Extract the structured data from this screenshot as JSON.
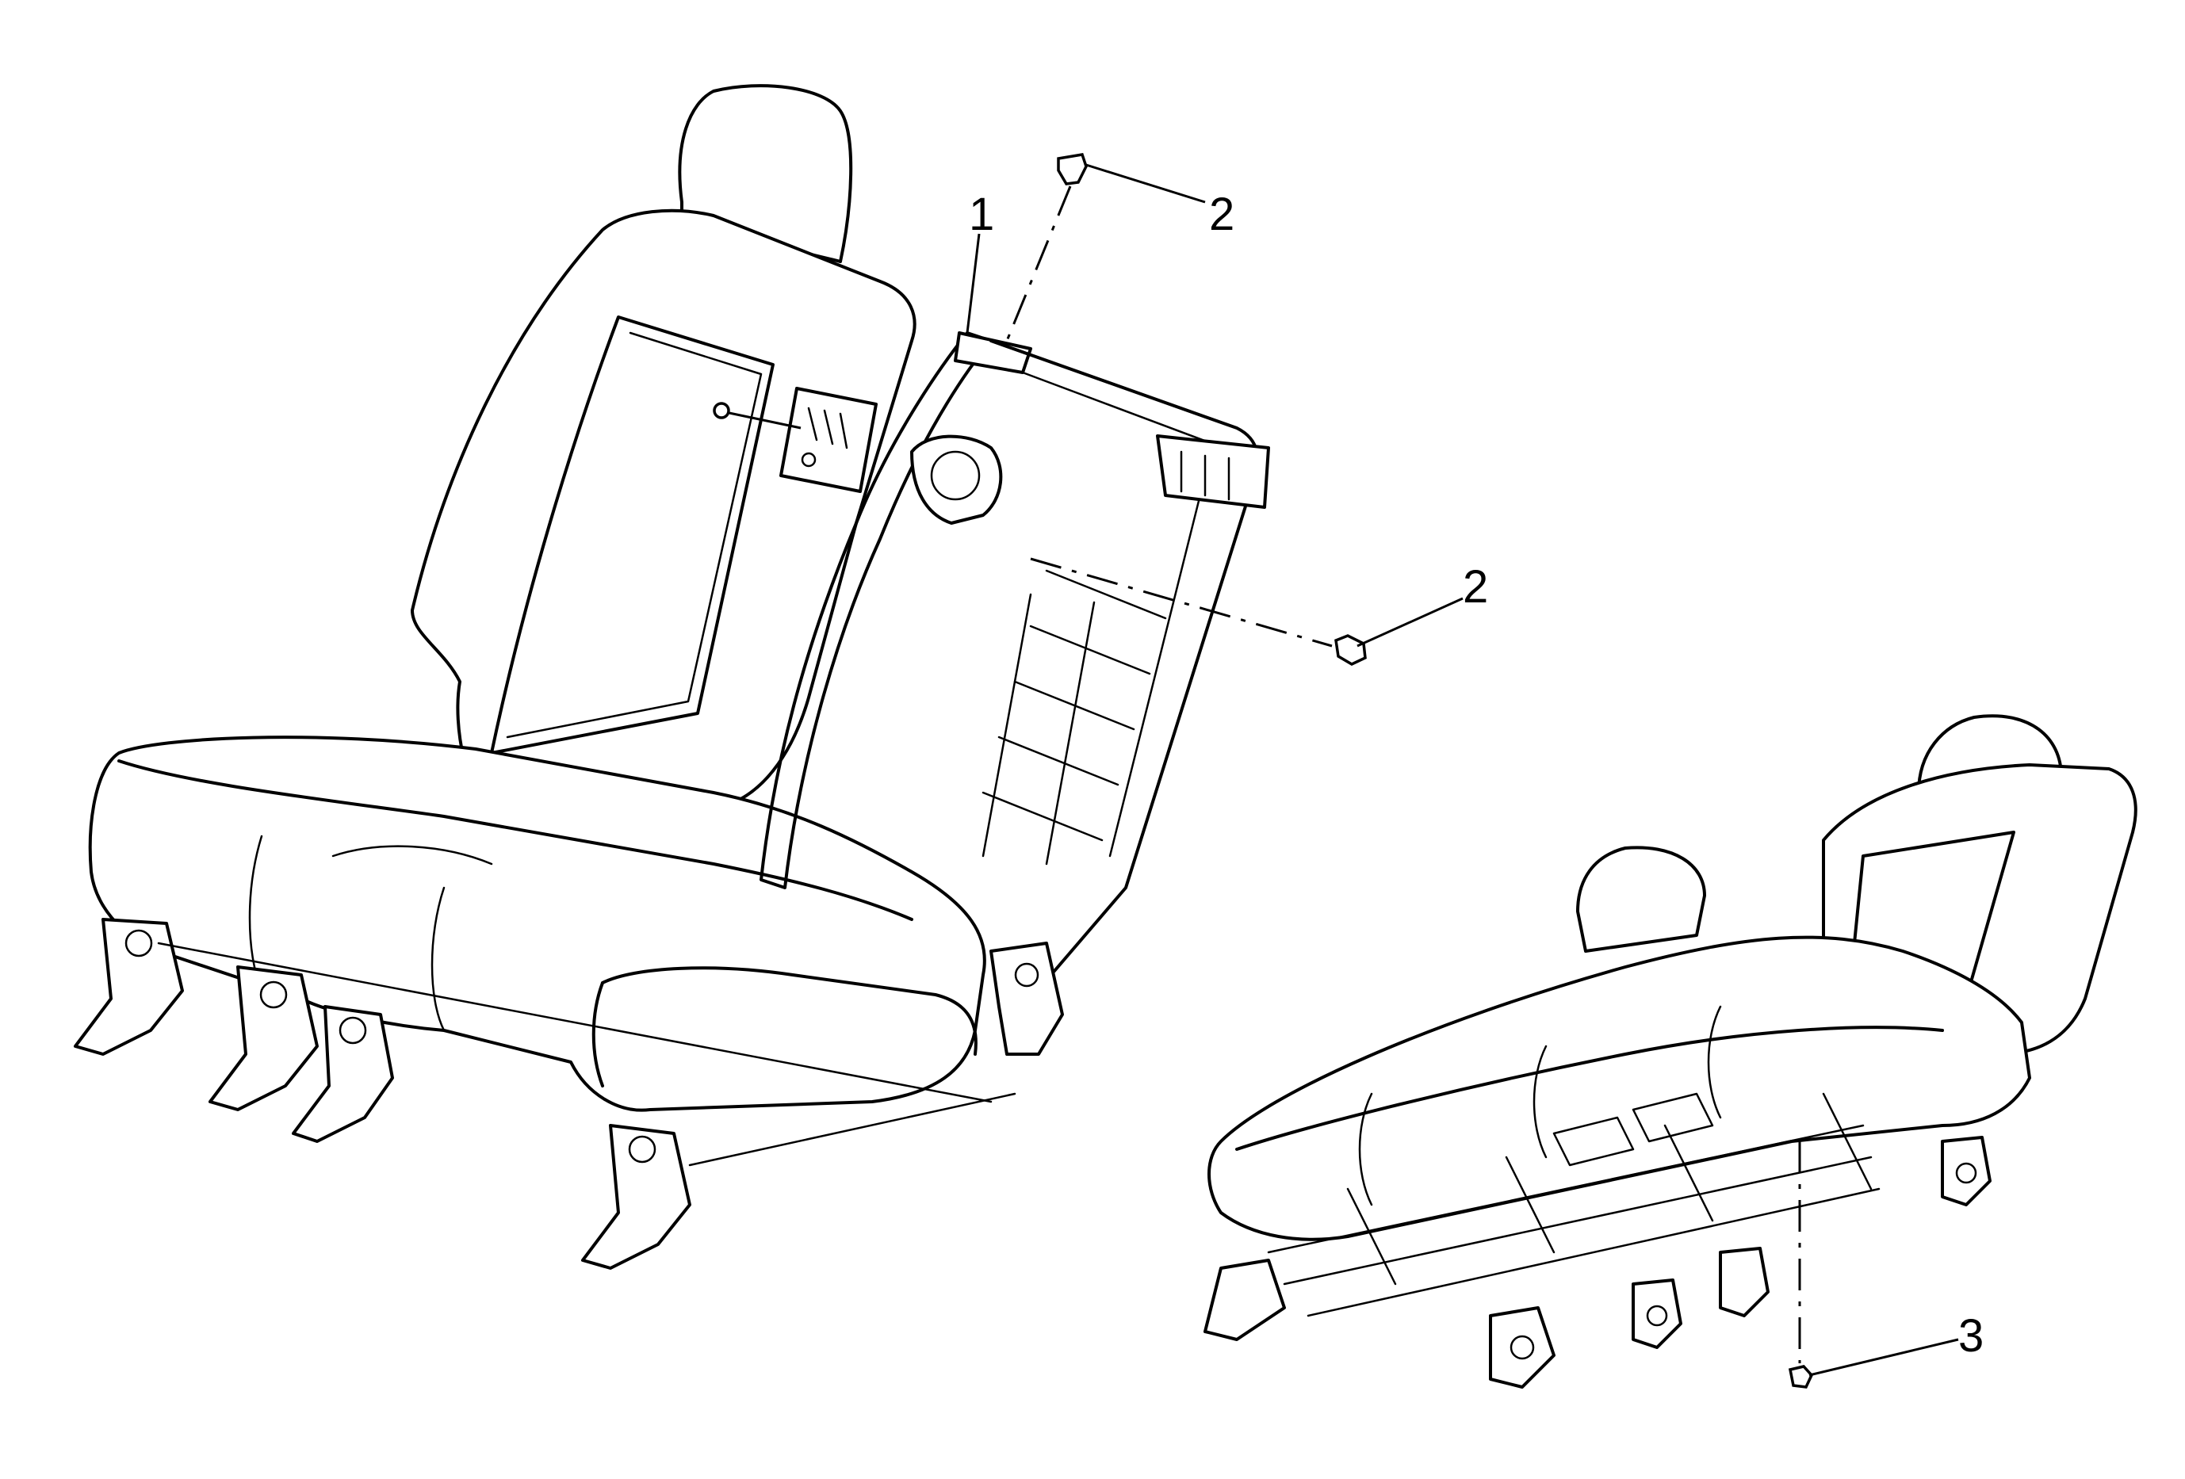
{
  "callouts": [
    {
      "id": "1",
      "label": "1"
    },
    {
      "id": "2a",
      "label": "2"
    },
    {
      "id": "2b",
      "label": "2"
    },
    {
      "id": "3",
      "label": "3"
    }
  ]
}
